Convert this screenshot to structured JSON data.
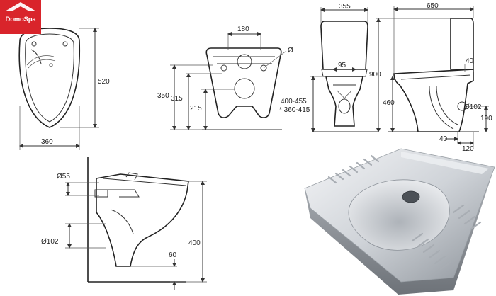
{
  "brand": {
    "name": "DomoSpa",
    "color": "#d9242b"
  },
  "views": {
    "seat_top": {
      "width": "360",
      "height": "520"
    },
    "wall_front": {
      "diameter": "Ø",
      "h1": "350",
      "h2": "315",
      "h3": "215",
      "width": "180"
    },
    "floor_front": {
      "width": "355",
      "inner": "95",
      "height_range": "400-455",
      "height_alt": "* 360-415"
    },
    "floor_side": {
      "depth": "650",
      "total_height": "900",
      "seat_height": "460",
      "pipe_top": "40",
      "outlet_diameter": "Ø102",
      "outlet_height": "190",
      "offset_a": "40",
      "offset_b": "120"
    },
    "wall_side": {
      "inlet_diameter": "Ø55",
      "outlet_diameter": "Ø102",
      "height": "400",
      "bottom_offset": "60"
    }
  },
  "photo": {
    "subject": "squat-toilet"
  }
}
